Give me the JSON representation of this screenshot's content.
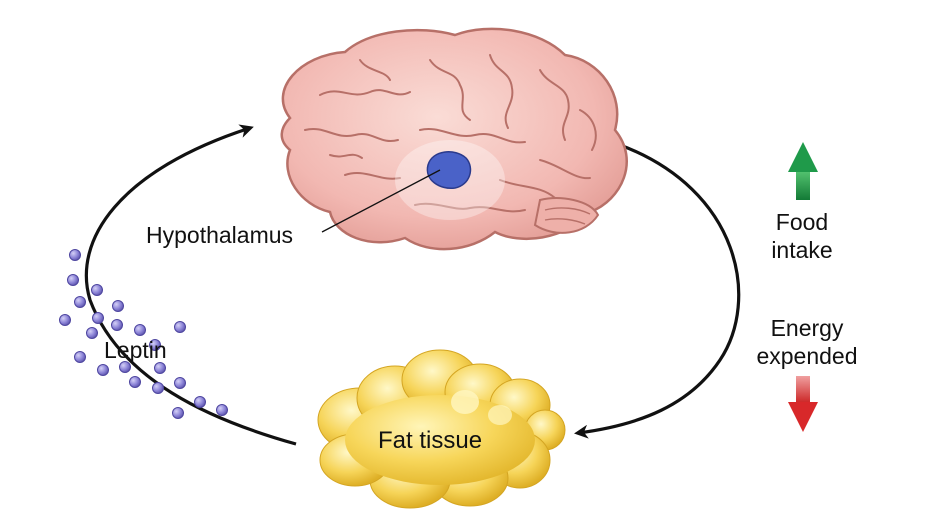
{
  "labels": {
    "hypothalamus": "Hypothalamus",
    "leptin": "Leptin",
    "fat_tissue": "Fat tissue",
    "food_intake": [
      "Food",
      "intake"
    ],
    "energy_expended": [
      "Energy",
      "expended"
    ]
  },
  "colors": {
    "brain": "#f2b8b2",
    "brain_outline": "#b77068",
    "hypothalamus": "#4a62c8",
    "fat": "#f7d65a",
    "leptin_dot": "#8a82d6",
    "arrow_up": "#1f9a4a",
    "arrow_down": "#d8282a",
    "cycle_arrow": "#111111"
  },
  "indicators": {
    "food_intake": "up-arrow-icon",
    "energy_expended": "down-arrow-icon"
  }
}
